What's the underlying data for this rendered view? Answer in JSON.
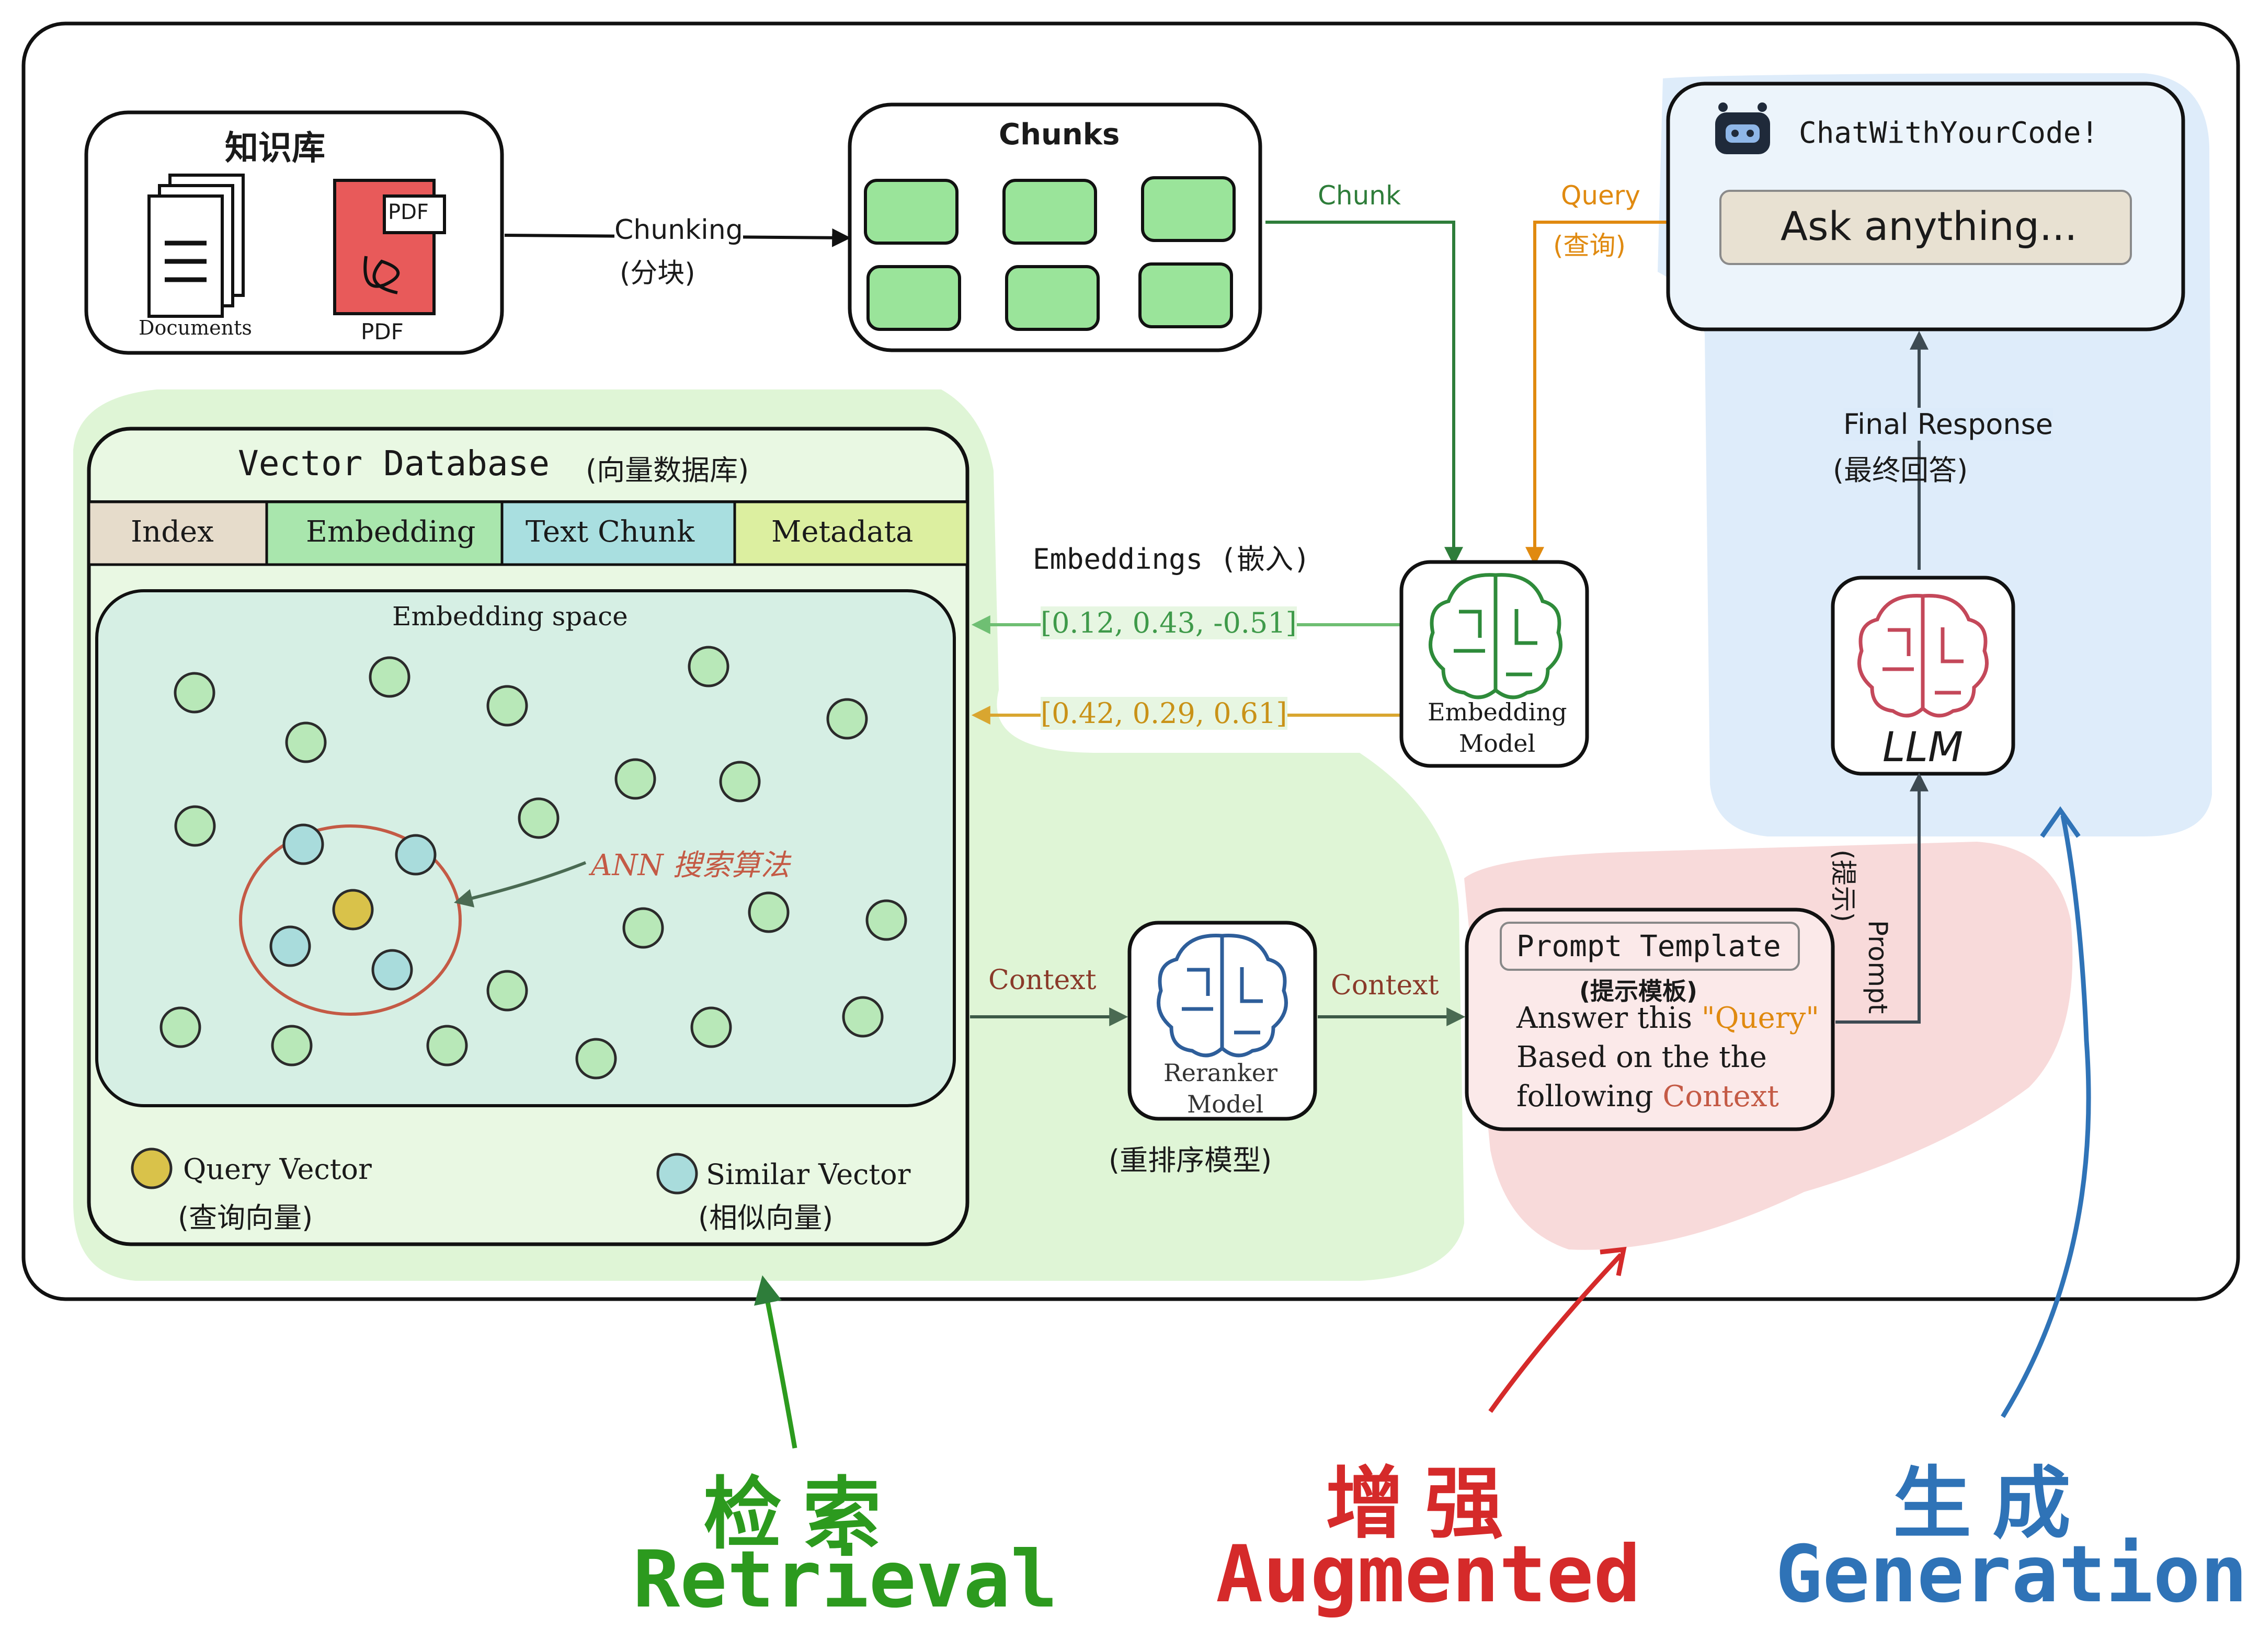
{
  "knowledge_base": {
    "title": "知识库",
    "documents_label": "Documents",
    "pdf_badge": "PDF",
    "pdf_label": "PDF"
  },
  "chunking": {
    "label": "Chunking",
    "label_cn": "(分块)"
  },
  "chunks": {
    "title": "Chunks"
  },
  "chunk_edge": {
    "label": "Chunk"
  },
  "query_edge": {
    "label": "Query",
    "label_cn": "(查询)"
  },
  "chat": {
    "title": "ChatWithYourCode!",
    "placeholder": "Ask anything..."
  },
  "final_response": {
    "label": "Final Response",
    "label_cn": "(最终回答)"
  },
  "vector_db": {
    "title": "Vector Database",
    "title_cn": "(向量数据库)",
    "columns": [
      "Index",
      "Embedding",
      "Text Chunk",
      "Metadata"
    ],
    "space_label": "Embedding space",
    "ann_label": "ANN 搜索算法",
    "legend_query": "Query Vector",
    "legend_query_cn": "(查询向量)",
    "legend_similar": "Similar Vector",
    "legend_similar_cn": "(相似向量)"
  },
  "embeddings_edge": {
    "label": "Embeddings (嵌入)",
    "vector_green": "[0.12, 0.43, -0.51]",
    "vector_gold": "[0.42, 0.29, 0.61]"
  },
  "embedding_model": {
    "label_line1": "Embedding",
    "label_line2": "Model"
  },
  "llm": {
    "label": "LLM"
  },
  "context_edge_1": {
    "label": "Context"
  },
  "context_edge_2": {
    "label": "Context"
  },
  "reranker": {
    "label_line1": "Reranker",
    "label_line2": "Model",
    "label_cn": "(重排序模型)"
  },
  "prompt_template": {
    "title": "Prompt Template",
    "title_cn": "(提示模板)",
    "line1_prefix": "Answer this ",
    "line1_highlight": "\"Query\"",
    "line2": "Based on the the",
    "line3_prefix": "following ",
    "line3_highlight": "Context"
  },
  "prompt_edge": {
    "label": "Prompt",
    "label_cn": "(提示)"
  },
  "stages": {
    "retrieval_cn": "检索",
    "retrieval_en": "Retrieval",
    "augmented_cn": "增强",
    "augmented_en": "Augmented",
    "generation_cn": "生成",
    "generation_en": "Generation"
  },
  "colors": {
    "green_arrow": "#2e7d3a",
    "orange_arrow": "#e08a10",
    "retrieval": "#2c9a1e",
    "augmented": "#d52a2a",
    "generation": "#2f73b7",
    "query_dot": "#d9c24a",
    "similar_dot": "#a9dcdc",
    "db_dot": "#b8e8b8",
    "chunk_fill": "#9ae49a"
  }
}
